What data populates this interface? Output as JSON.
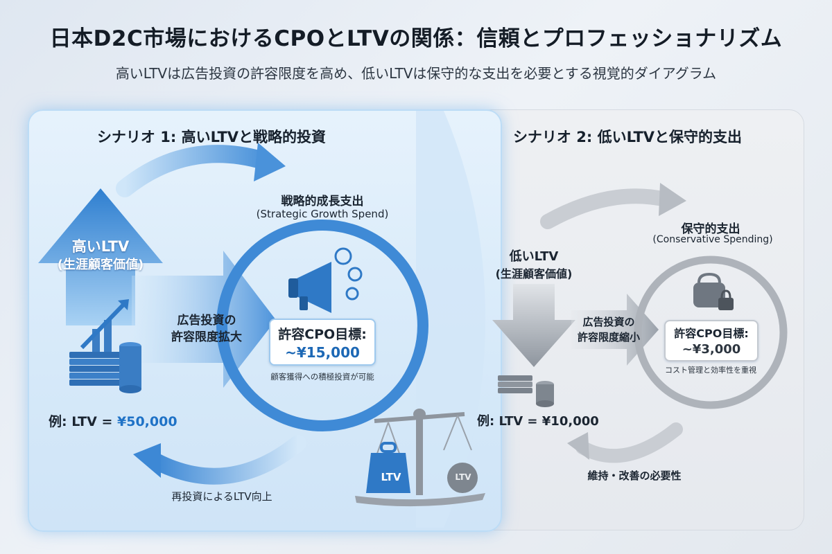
{
  "header": {
    "title": "日本D2C市場におけるCPOとLTVの関係：信頼とプロフェッショナリズム",
    "subtitle": "高いLTVは広告投資の許容限度を高め、低いLTVは保守的な支出を必要とする視覚的ダイアグラム"
  },
  "scenario1": {
    "title": "シナリオ 1: 高いLTVと戦略的投資",
    "ltv_arrow_line1": "高いLTV",
    "ltv_arrow_line2": "(生涯顧客価値)",
    "spend_label_jp": "戦略的成長支出",
    "spend_label_en": "(Strategic Growth Spend)",
    "ad_limit_line1": "広告投資の",
    "ad_limit_line2": "許容限度拡大",
    "cpo_label": "許容CPO目標:",
    "cpo_value": "~¥15,000",
    "cpo_note": "顧客獲得への積極投資が可能",
    "example_prefix": "例: LTV = ",
    "example_value": "¥50,000",
    "reinvest_label": "再投資によるLTV向上"
  },
  "scenario2": {
    "title": "シナリオ 2: 低いLTVと保守的支出",
    "ltv_line1": "低いLTV",
    "ltv_line2": "(生涯顧客価値)",
    "spend_label_jp": "保守的支出",
    "spend_label_en": "(Conservative Spending)",
    "ad_limit_line1": "広告投資の",
    "ad_limit_line2": "許容限度縮小",
    "cpo_label": "許容CPO目標:",
    "cpo_value": "~¥3,000",
    "cpo_note": "コスト管理と効率性を重視",
    "example": "例: LTV = ¥10,000",
    "maintain_label": "維持・改善の必要性"
  },
  "scale": {
    "heavy_weight_label": "LTV",
    "light_weight_label": "LTV"
  },
  "colors": {
    "accent_blue": "#2f7fd0",
    "light_blue": "#9fcdf2",
    "gray": "#a6acb4"
  }
}
